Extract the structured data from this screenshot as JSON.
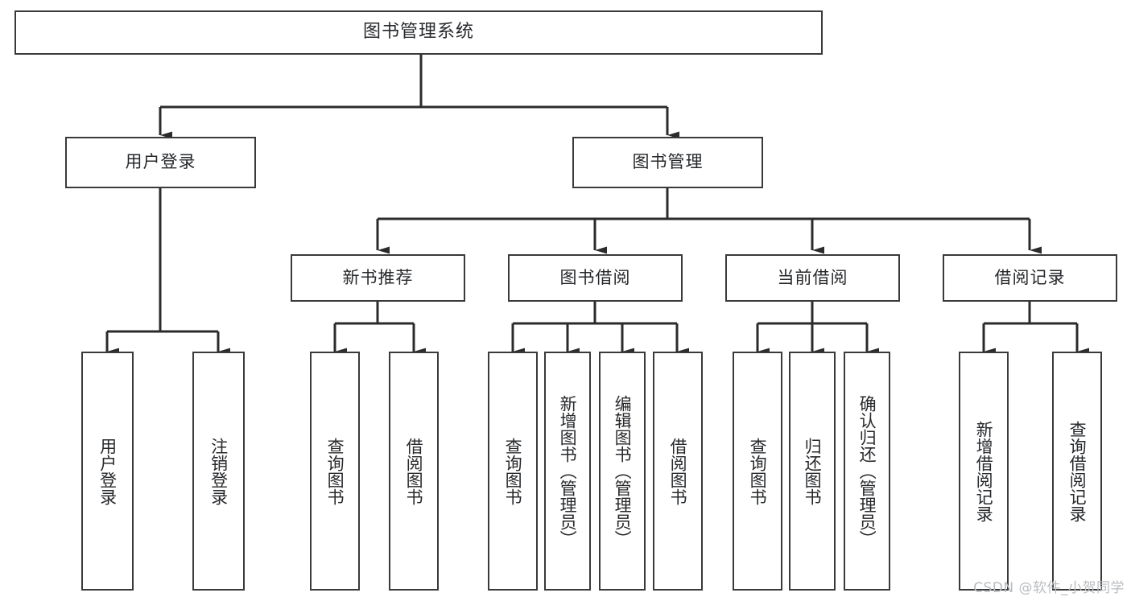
{
  "diagram": {
    "title": "图书管理系统",
    "type": "tree",
    "watermark": "CSDN @软件_小贺同学",
    "colors": {
      "background": "#ffffff",
      "box_border": "#3a3a3a",
      "box_fill": "#ffffff",
      "connector": "#2b2b2b",
      "text": "#26282b",
      "watermark": "#b9bcc0"
    },
    "root": {
      "label": "图书管理系统"
    },
    "level2": [
      {
        "id": "user-login",
        "label": "用户登录"
      },
      {
        "id": "book-manage",
        "label": "图书管理"
      }
    ],
    "level3": [
      {
        "id": "new-book-recommend",
        "label": "新书推荐",
        "parent": "book-manage"
      },
      {
        "id": "book-borrow",
        "label": "图书借阅",
        "parent": "book-manage"
      },
      {
        "id": "current-borrow",
        "label": "当前借阅",
        "parent": "book-manage"
      },
      {
        "id": "borrow-record",
        "label": "借阅记录",
        "parent": "book-manage"
      }
    ],
    "leaves": {
      "user-login": [
        {
          "id": "leaf-user-login",
          "label": "用户登录"
        },
        {
          "id": "leaf-user-logout",
          "label": "注销登录"
        }
      ],
      "new-book-recommend": [
        {
          "id": "leaf-query-book-1",
          "label": "查询图书"
        },
        {
          "id": "leaf-borrow-book-1",
          "label": "借阅图书"
        }
      ],
      "book-borrow": [
        {
          "id": "leaf-query-book-2",
          "label": "查询图书"
        },
        {
          "id": "leaf-add-book",
          "label": "新增图书（管理员）"
        },
        {
          "id": "leaf-edit-book",
          "label": "编辑图书（管理员）"
        },
        {
          "id": "leaf-borrow-book-2",
          "label": "借阅图书"
        }
      ],
      "current-borrow": [
        {
          "id": "leaf-query-book-3",
          "label": "查询图书"
        },
        {
          "id": "leaf-return-book",
          "label": "归还图书"
        },
        {
          "id": "leaf-confirm-return",
          "label": "确认归还（管理员）"
        }
      ],
      "borrow-record": [
        {
          "id": "leaf-add-record",
          "label": "新增借阅记录"
        },
        {
          "id": "leaf-query-record",
          "label": "查询借阅记录"
        }
      ]
    }
  }
}
